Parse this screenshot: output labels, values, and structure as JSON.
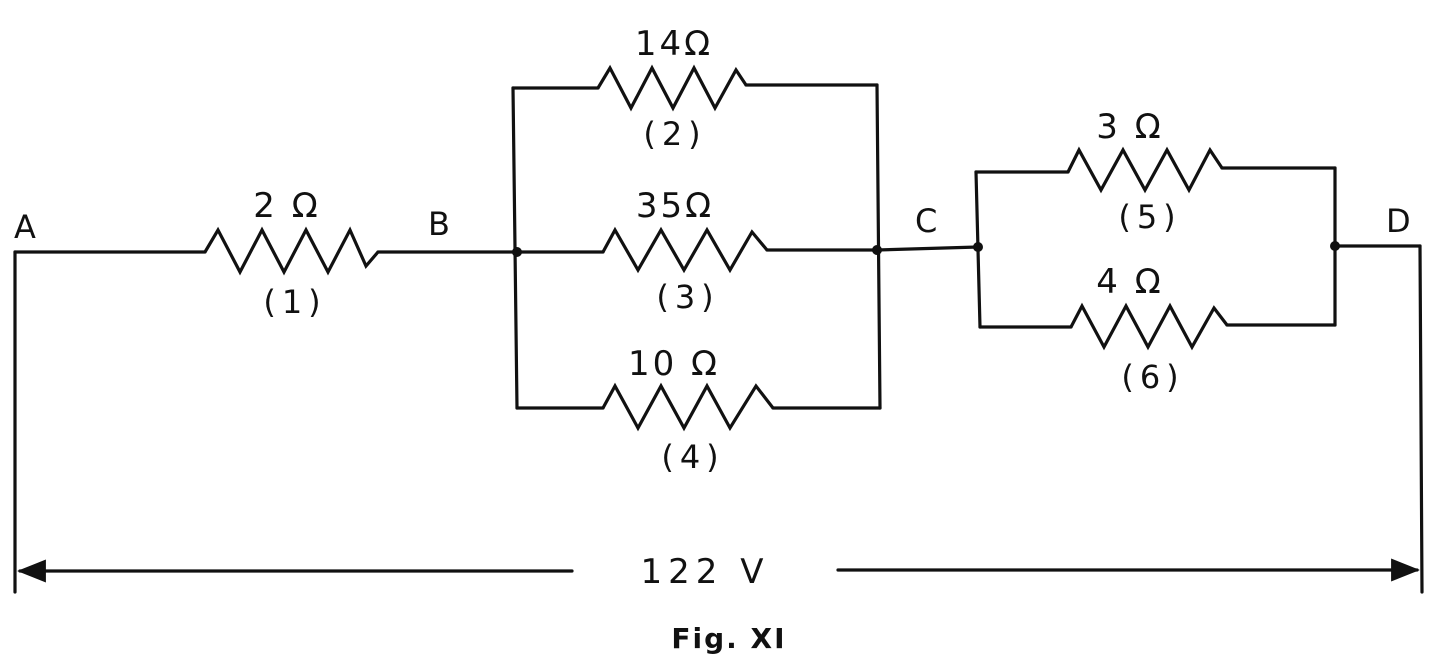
{
  "nodes": {
    "a": "A",
    "b": "B",
    "c": "C",
    "d": "D"
  },
  "resistors": [
    {
      "value": "2 Ω",
      "index": "(1)"
    },
    {
      "value": "14Ω",
      "index": "(2)"
    },
    {
      "value": "35Ω",
      "index": "(3)"
    },
    {
      "value": "10 Ω",
      "index": "(4)"
    },
    {
      "value": "3 Ω",
      "index": "(5)"
    },
    {
      "value": "4 Ω",
      "index": "(6)"
    }
  ],
  "voltage": "122 V",
  "caption": "Fig. XI"
}
